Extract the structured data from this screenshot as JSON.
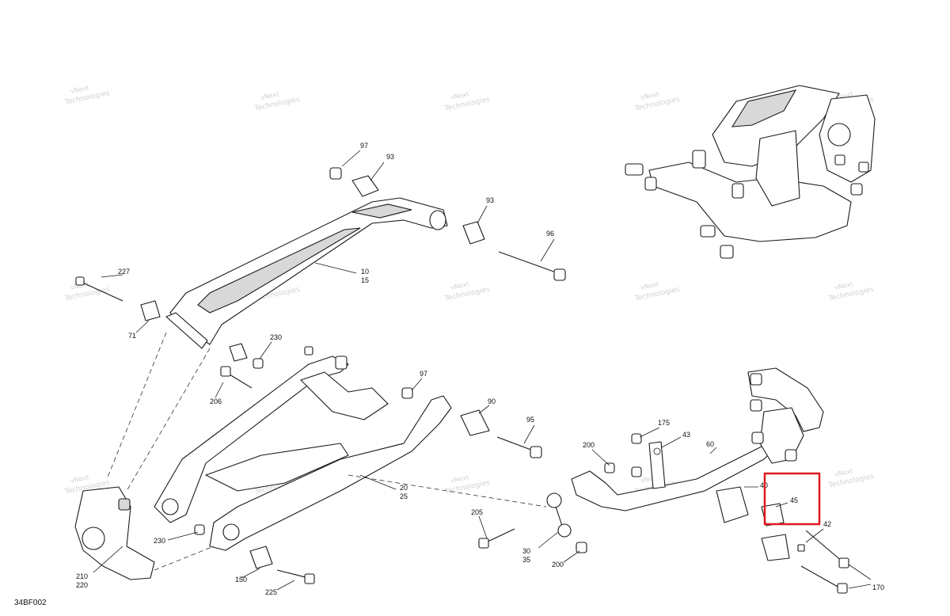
{
  "diagram": {
    "drawing_code": "34BF002",
    "watermark_line1": "vNext",
    "watermark_line2": "Technologies",
    "highlight_color": "#e0191f",
    "callouts": {
      "c97a": "97",
      "c93a": "93",
      "c93b": "93",
      "c96": "96",
      "c10": "10",
      "c15": "15",
      "c227": "227",
      "c71": "71",
      "c230a": "230",
      "c206": "206",
      "c97b": "97",
      "c90": "90",
      "c95": "95",
      "c20": "20",
      "c25": "25",
      "c175": "175",
      "c43": "43",
      "c60": "60",
      "c200a": "200",
      "c40": "40",
      "c45": "45",
      "c42": "42",
      "c205": "205",
      "c30": "30",
      "c35": "35",
      "c200b": "200",
      "c170": "170",
      "c230b": "230",
      "c210": "210",
      "c220": "220",
      "c150": "150",
      "c225": "225"
    }
  }
}
